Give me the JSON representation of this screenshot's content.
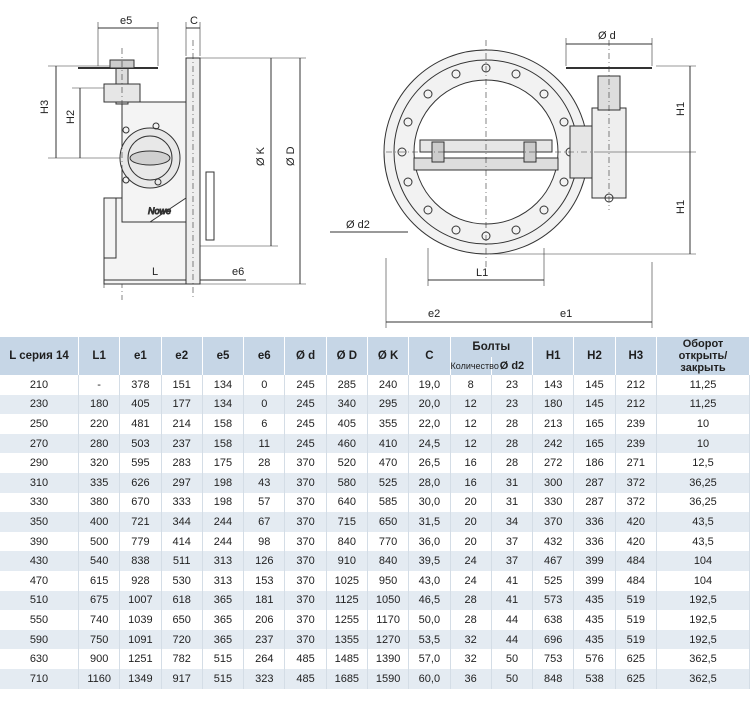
{
  "drawing_labels": {
    "e5": "e5",
    "C": "C",
    "H3": "H3",
    "H2": "H2",
    "OK": "Ø K",
    "OD": "Ø D",
    "L": "L",
    "e6": "e6",
    "Od": "Ø d",
    "H1a": "H1",
    "H1b": "H1",
    "Od2": "Ø d2",
    "L1": "L1",
    "e2": "e2",
    "e1": "e1"
  },
  "table": {
    "headers": {
      "l_series": "L серия 14",
      "L1": "L1",
      "e1": "e1",
      "e2": "e2",
      "e5": "e5",
      "e6": "e6",
      "Od": "Ø d",
      "OD": "Ø D",
      "OK": "Ø K",
      "C": "C",
      "bolts": "Болты",
      "bolts_count": "Количество",
      "bolts_d2": "Ø d2",
      "H1": "H1",
      "H2": "H2",
      "H3": "H3",
      "turns_line1": "Оборот",
      "turns_line2": "открыть/закрыть"
    },
    "rows": [
      [
        "210",
        "-",
        "378",
        "151",
        "134",
        "0",
        "245",
        "285",
        "240",
        "19,0",
        "8",
        "23",
        "143",
        "145",
        "212",
        "11,25"
      ],
      [
        "230",
        "180",
        "405",
        "177",
        "134",
        "0",
        "245",
        "340",
        "295",
        "20,0",
        "12",
        "23",
        "180",
        "145",
        "212",
        "11,25"
      ],
      [
        "250",
        "220",
        "481",
        "214",
        "158",
        "6",
        "245",
        "405",
        "355",
        "22,0",
        "12",
        "28",
        "213",
        "165",
        "239",
        "10"
      ],
      [
        "270",
        "280",
        "503",
        "237",
        "158",
        "11",
        "245",
        "460",
        "410",
        "24,5",
        "12",
        "28",
        "242",
        "165",
        "239",
        "10"
      ],
      [
        "290",
        "320",
        "595",
        "283",
        "175",
        "28",
        "370",
        "520",
        "470",
        "26,5",
        "16",
        "28",
        "272",
        "186",
        "271",
        "12,5"
      ],
      [
        "310",
        "335",
        "626",
        "297",
        "198",
        "43",
        "370",
        "580",
        "525",
        "28,0",
        "16",
        "31",
        "300",
        "287",
        "372",
        "36,25"
      ],
      [
        "330",
        "380",
        "670",
        "333",
        "198",
        "57",
        "370",
        "640",
        "585",
        "30,0",
        "20",
        "31",
        "330",
        "287",
        "372",
        "36,25"
      ],
      [
        "350",
        "400",
        "721",
        "344",
        "244",
        "67",
        "370",
        "715",
        "650",
        "31,5",
        "20",
        "34",
        "370",
        "336",
        "420",
        "43,5"
      ],
      [
        "390",
        "500",
        "779",
        "414",
        "244",
        "98",
        "370",
        "840",
        "770",
        "36,0",
        "20",
        "37",
        "432",
        "336",
        "420",
        "43,5"
      ],
      [
        "430",
        "540",
        "838",
        "511",
        "313",
        "126",
        "370",
        "910",
        "840",
        "39,5",
        "24",
        "37",
        "467",
        "399",
        "484",
        "104"
      ],
      [
        "470",
        "615",
        "928",
        "530",
        "313",
        "153",
        "370",
        "1025",
        "950",
        "43,0",
        "24",
        "41",
        "525",
        "399",
        "484",
        "104"
      ],
      [
        "510",
        "675",
        "1007",
        "618",
        "365",
        "181",
        "370",
        "1125",
        "1050",
        "46,5",
        "28",
        "41",
        "573",
        "435",
        "519",
        "192,5"
      ],
      [
        "550",
        "740",
        "1039",
        "650",
        "365",
        "206",
        "370",
        "1255",
        "1170",
        "50,0",
        "28",
        "44",
        "638",
        "435",
        "519",
        "192,5"
      ],
      [
        "590",
        "750",
        "1091",
        "720",
        "365",
        "237",
        "370",
        "1355",
        "1270",
        "53,5",
        "32",
        "44",
        "696",
        "435",
        "519",
        "192,5"
      ],
      [
        "630",
        "900",
        "1251",
        "782",
        "515",
        "264",
        "485",
        "1485",
        "1390",
        "57,0",
        "32",
        "50",
        "753",
        "576",
        "625",
        "362,5"
      ],
      [
        "710",
        "1160",
        "1349",
        "917",
        "515",
        "323",
        "485",
        "1685",
        "1590",
        "60,0",
        "36",
        "50",
        "848",
        "538",
        "625",
        "362,5"
      ]
    ]
  },
  "colors": {
    "header_bg": "#c6d6e6",
    "stripe_bg": "#e4ebf2",
    "line": "#333333"
  }
}
